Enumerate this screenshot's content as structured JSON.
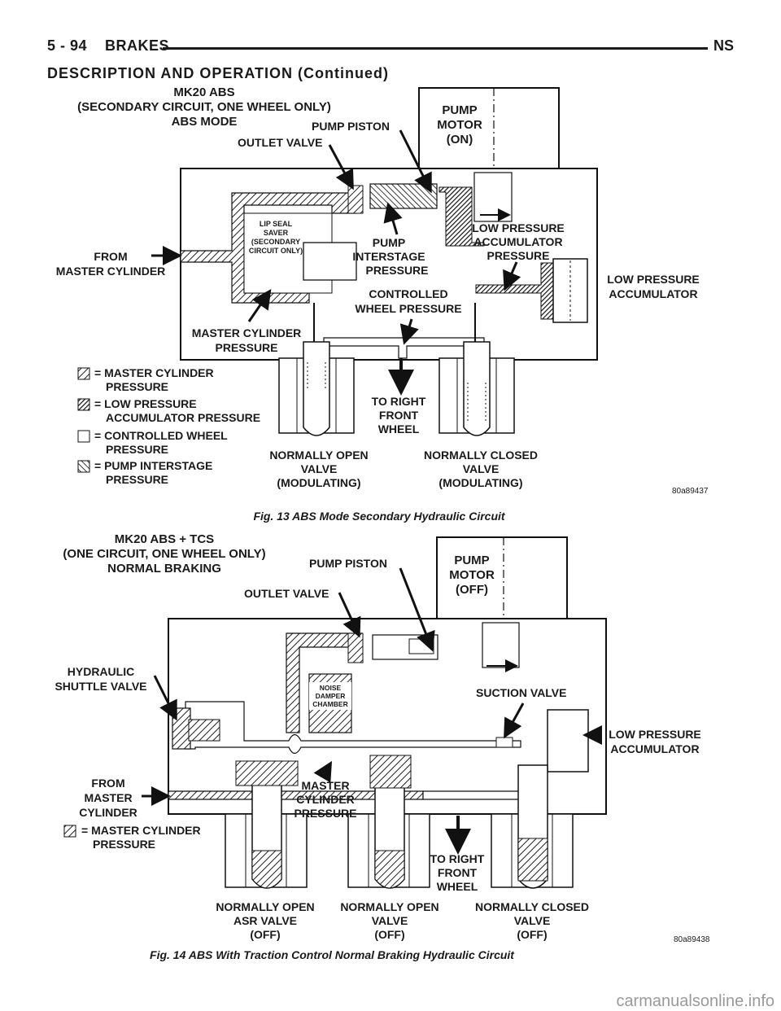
{
  "header": {
    "page_number": "5 - 94",
    "section": "BRAKES",
    "model": "NS"
  },
  "section_title": "DESCRIPTION AND OPERATION (Continued)",
  "fig13": {
    "title_lines": [
      "MK20 ABS",
      "(SECONDARY CIRCUIT, ONE WHEEL ONLY)",
      "ABS MODE"
    ],
    "pump_motor": [
      "PUMP",
      "MOTOR",
      "(ON)"
    ],
    "pump_piston": "PUMP PISTON",
    "outlet_valve": "OUTLET VALVE",
    "lip_seal": [
      "LIP SEAL",
      "SAVER",
      "(SECONDARY",
      "CIRCUIT ONLY)"
    ],
    "pump_interstage": [
      "PUMP",
      "INTERSTAGE",
      "PRESSURE"
    ],
    "lp_accum_pressure": [
      "LOW PRESSURE",
      "ACCUMULATOR",
      "PRESSURE"
    ],
    "from_master": [
      "FROM",
      "MASTER CYLINDER"
    ],
    "lp_accumulator": [
      "LOW PRESSURE",
      "ACCUMULATOR"
    ],
    "controlled_wheel": [
      "CONTROLLED",
      "WHEEL PRESSURE"
    ],
    "master_cyl_pressure": [
      "MASTER CYLINDER",
      "PRESSURE"
    ],
    "to_right_front": [
      "TO RIGHT",
      "FRONT",
      "WHEEL"
    ],
    "normally_open": [
      "NORMALLY OPEN",
      "VALVE",
      "(MODULATING)"
    ],
    "normally_closed": [
      "NORMALLY CLOSED",
      "VALVE",
      "(MODULATING)"
    ],
    "legend": [
      [
        "= MASTER CYLINDER",
        "PRESSURE"
      ],
      [
        "= LOW PRESSURE",
        "ACCUMULATOR PRESSURE"
      ],
      [
        "= CONTROLLED WHEEL",
        "PRESSURE"
      ],
      [
        "= PUMP INTERSTAGE",
        "PRESSURE"
      ]
    ],
    "code": "80a89437",
    "caption": "Fig. 13 ABS Mode Secondary Hydraulic Circuit"
  },
  "fig14": {
    "title_lines": [
      "MK20 ABS + TCS",
      "(ONE CIRCUIT, ONE WHEEL ONLY)",
      "NORMAL BRAKING"
    ],
    "pump_piston": "PUMP PISTON",
    "pump_motor": [
      "PUMP",
      "MOTOR",
      "(OFF)"
    ],
    "outlet_valve": "OUTLET VALVE",
    "hydraulic_shuttle": [
      "HYDRAULIC",
      "SHUTTLE VALVE"
    ],
    "noise_damper": [
      "NOISE",
      "DAMPER",
      "CHAMBER"
    ],
    "suction_valve": "SUCTION VALVE",
    "lp_accumulator": [
      "LOW PRESSURE",
      "ACCUMULATOR"
    ],
    "from_master": [
      "FROM",
      "MASTER",
      "CYLINDER"
    ],
    "master_cyl_pressure": [
      "MASTER",
      "CYLINDER",
      "PRESSURE"
    ],
    "legend": [
      "= MASTER CYLINDER",
      "PRESSURE"
    ],
    "to_right_front": [
      "TO RIGHT",
      "FRONT",
      "WHEEL"
    ],
    "no_asr": [
      "NORMALLY OPEN",
      "ASR VALVE",
      "(OFF)"
    ],
    "no_valve": [
      "NORMALLY OPEN",
      "VALVE",
      "(OFF)"
    ],
    "nc_valve": [
      "NORMALLY CLOSED",
      "VALVE",
      "(OFF)"
    ],
    "code": "80a89438",
    "caption": "Fig. 14 ABS With Traction Control Normal Braking Hydraulic Circuit"
  },
  "watermark": "carmanualsonline.info"
}
